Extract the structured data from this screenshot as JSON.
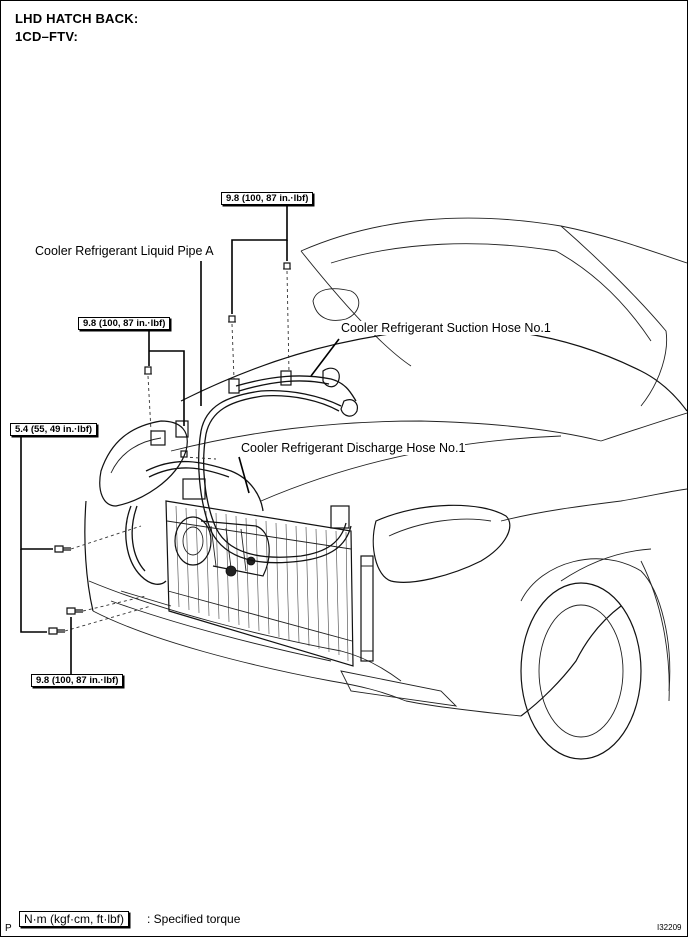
{
  "header": {
    "line1": "LHD HATCH BACK:",
    "line2": "1CD–FTV:"
  },
  "callouts": {
    "liquid_pipe": "Cooler Refrigerant Liquid Pipe A",
    "suction_hose": "Cooler Refrigerant Suction Hose No.1",
    "discharge_hose": "Cooler Refrigerant Discharge Hose No.1"
  },
  "torque_specs": {
    "top": "9.8 (100, 87 in.·lbf)",
    "upper_left": "9.8 (100, 87 in.·lbf)",
    "left": "5.4 (55, 49 in.·lbf)",
    "bottom_left": "9.8 (100, 87 in.·lbf)"
  },
  "legend": {
    "unit": "N·m (kgf·cm, ft·lbf)",
    "description": ": Specified torque"
  },
  "footer": {
    "left_mark": "P",
    "figure_id": "I32209"
  }
}
